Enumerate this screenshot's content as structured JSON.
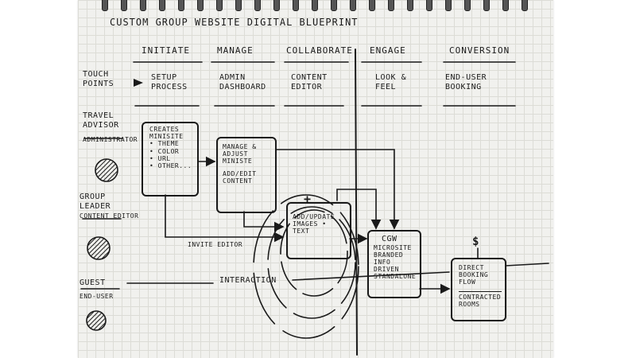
{
  "title": "Custom Group Website Digital Blueprint",
  "phases": [
    "Initiate",
    "Manage",
    "Collaborate",
    "Engage",
    "Conversion"
  ],
  "touchpoints_label": "Touch Points",
  "touchpoints": [
    {
      "line1": "Setup",
      "line2": "Process"
    },
    {
      "line1": "Admin",
      "line2": "Dashboard"
    },
    {
      "line1": "Content",
      "line2": "Editor"
    },
    {
      "line1": "Look &",
      "line2": "Feel"
    },
    {
      "line1": "End-User",
      "line2": "Booking"
    }
  ],
  "actors": [
    {
      "line1": "Travel",
      "line2": "Advisor",
      "line3": "Administrator"
    },
    {
      "line1": "Group",
      "line2": "Leader",
      "line3": "Content Editor"
    },
    {
      "line1": "Guest",
      "line2": "End-User"
    }
  ],
  "boxes": {
    "creates": [
      "Creates",
      "Minisite",
      "• Theme",
      "• Color",
      "• URL",
      "• Other..."
    ],
    "manage": [
      "Manage &",
      "Adjust",
      "Ministe",
      "Add/Edit",
      "Content"
    ],
    "addupdate": [
      "Add/Update",
      "Images •",
      "Text"
    ],
    "cgw": [
      "CGW",
      "Microsite",
      "Branded",
      "Info",
      "Driven",
      "Standalone"
    ],
    "direct": [
      "Direct",
      "Booking",
      "Flow",
      "Contracted",
      "Rooms"
    ]
  },
  "labels": {
    "invite": "Invite Editor",
    "interaction": "Interaction",
    "plus": "+",
    "dollar": "$"
  }
}
